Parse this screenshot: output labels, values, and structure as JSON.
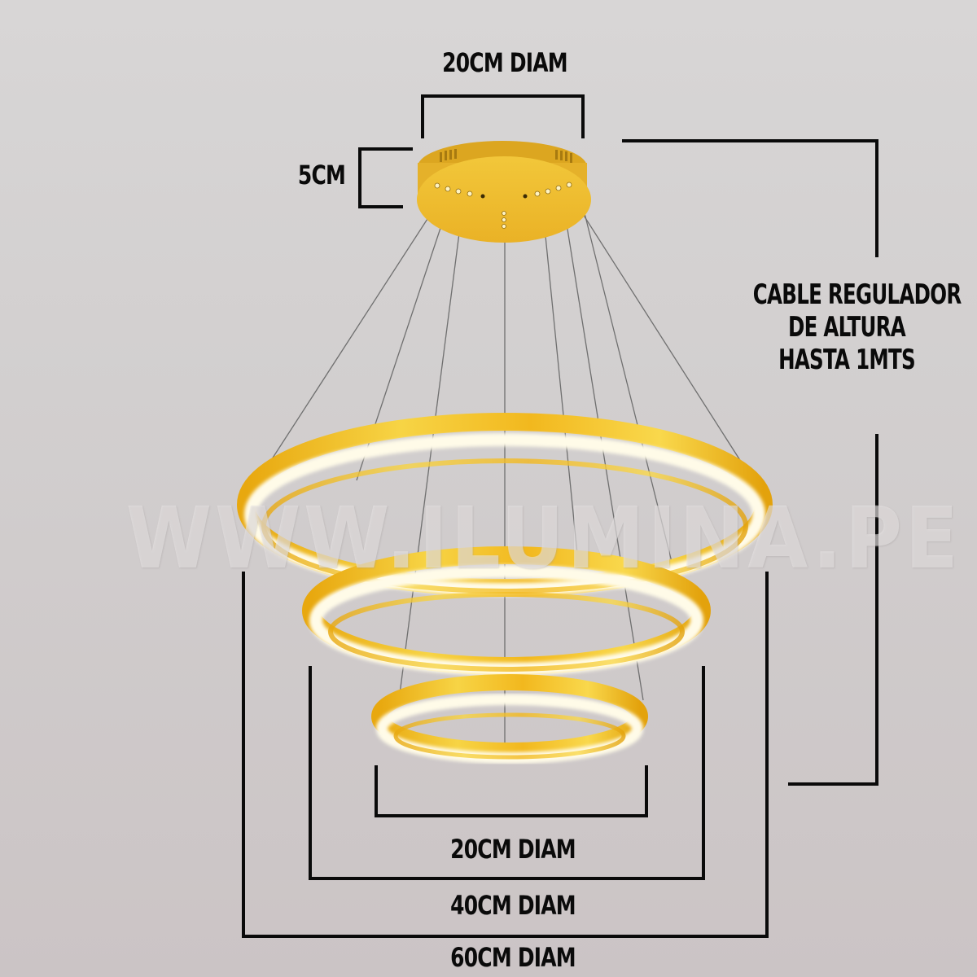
{
  "diagram": {
    "subject": "Three-ring LED pendant lamp",
    "watermark": "WWW.ILUMINA.PE",
    "labels": {
      "canopy_diameter": "20CM DIAM",
      "canopy_height": "5CM",
      "cable": [
        "CABLE REGULADOR",
        "DE ALTURA",
        "HASTA 1MTS"
      ],
      "small_ring": "20CM DIAM",
      "medium_ring": "40CM DIAM",
      "large_ring": "60CM DIAM"
    },
    "colors": {
      "background": "#d2cfcf",
      "gold": "#e9b020",
      "gold_light": "#f6d24a",
      "glow": "#fffbe8",
      "line": "#0a0a0a",
      "cable": "#6b6b6b"
    },
    "components": [
      {
        "name": "canopy",
        "diameter_cm": 20,
        "height_cm": 5
      },
      {
        "name": "large ring",
        "diameter_cm": 60
      },
      {
        "name": "medium ring",
        "diameter_cm": 40
      },
      {
        "name": "small ring",
        "diameter_cm": 20
      },
      {
        "name": "suspension cable",
        "adjustable_length_m": 1
      }
    ]
  }
}
